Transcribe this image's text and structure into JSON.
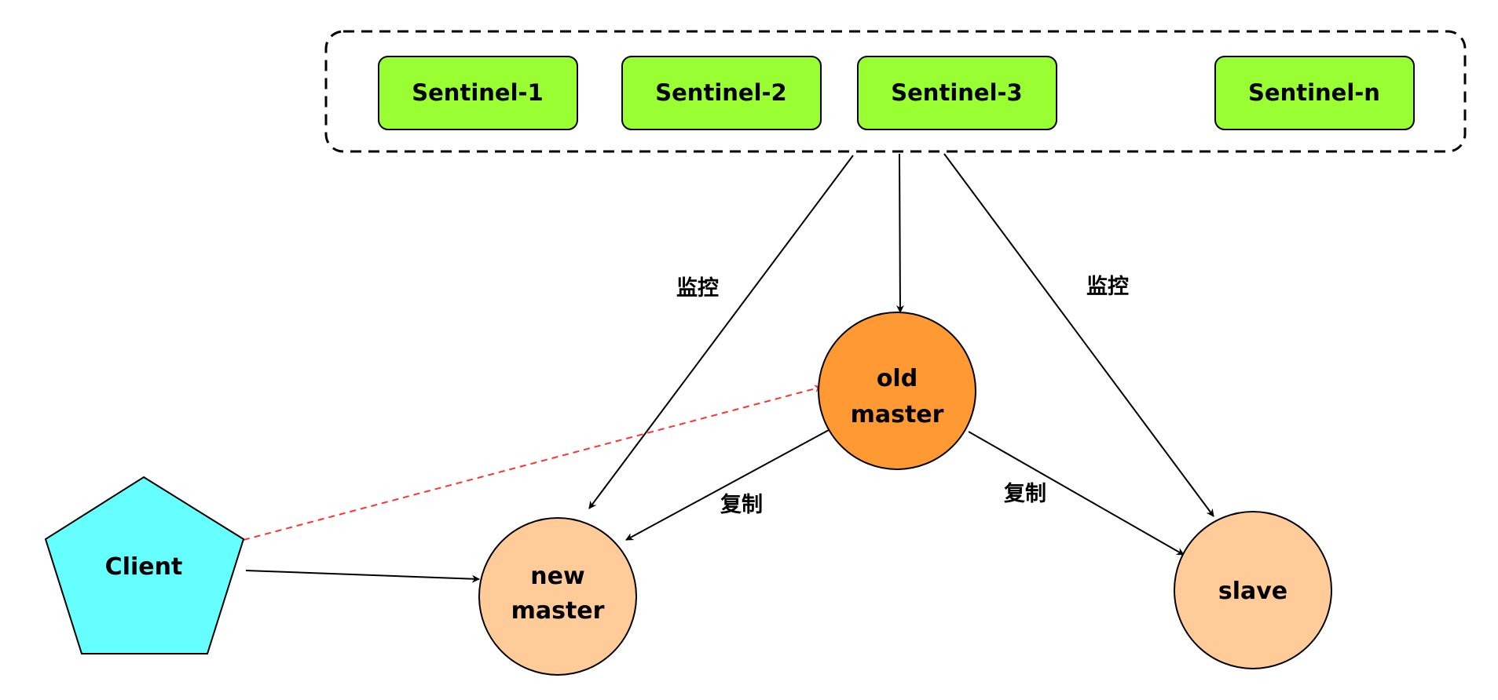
{
  "sentinels": [
    {
      "label": "Sentinel-1"
    },
    {
      "label": "Sentinel-2"
    },
    {
      "label": "Sentinel-3"
    },
    {
      "label": "Sentinel-n"
    }
  ],
  "nodes": {
    "old_master": {
      "line1": "old",
      "line2": "master",
      "color": "#ff9933"
    },
    "new_master": {
      "line1": "new",
      "line2": "master",
      "color": "#ffcc99"
    },
    "slave": {
      "label": "slave",
      "color": "#ffcc99"
    },
    "client": {
      "label": "Client",
      "color": "#66ffff"
    }
  },
  "edge_labels": {
    "monitor_left": "监控",
    "monitor_right": "监控",
    "replicate_left": "复制",
    "replicate_right": "复制"
  },
  "colors": {
    "sentinel_fill": "#99ff33",
    "stale_link": "#ff3333",
    "stroke": "#000000"
  }
}
